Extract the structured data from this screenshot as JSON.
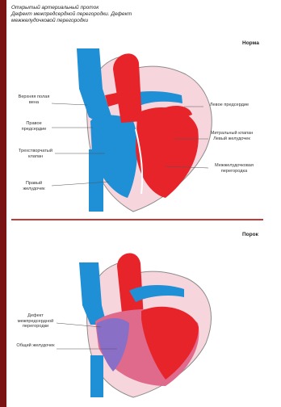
{
  "title_lines": [
    "Открытый артериальный проток",
    "Дефект межпредсердной перегородки. Дефект",
    "межжелудочковой перегородки"
  ],
  "sections": {
    "top_label": "Норма",
    "bottom_label": "Порок"
  },
  "labels_top": {
    "left_1": "Верхняя полая вена",
    "left_2": "Правое предсердие",
    "left_3": "Трехстворчатый клапан",
    "left_4": "Правый желудочек",
    "right_1": "Левое предсердие",
    "right_2": "Митральный клапан Левый желудочек",
    "right_3": "Межжелудочковая перегородка"
  },
  "labels_bottom": {
    "left_1": "Дефект межпредсердной перегородки",
    "left_2": "Общий желудочек"
  },
  "colors": {
    "red": "#e8242b",
    "blue": "#1f8fd6",
    "pink": "#f3c7cf",
    "frame": "#7a1414"
  }
}
